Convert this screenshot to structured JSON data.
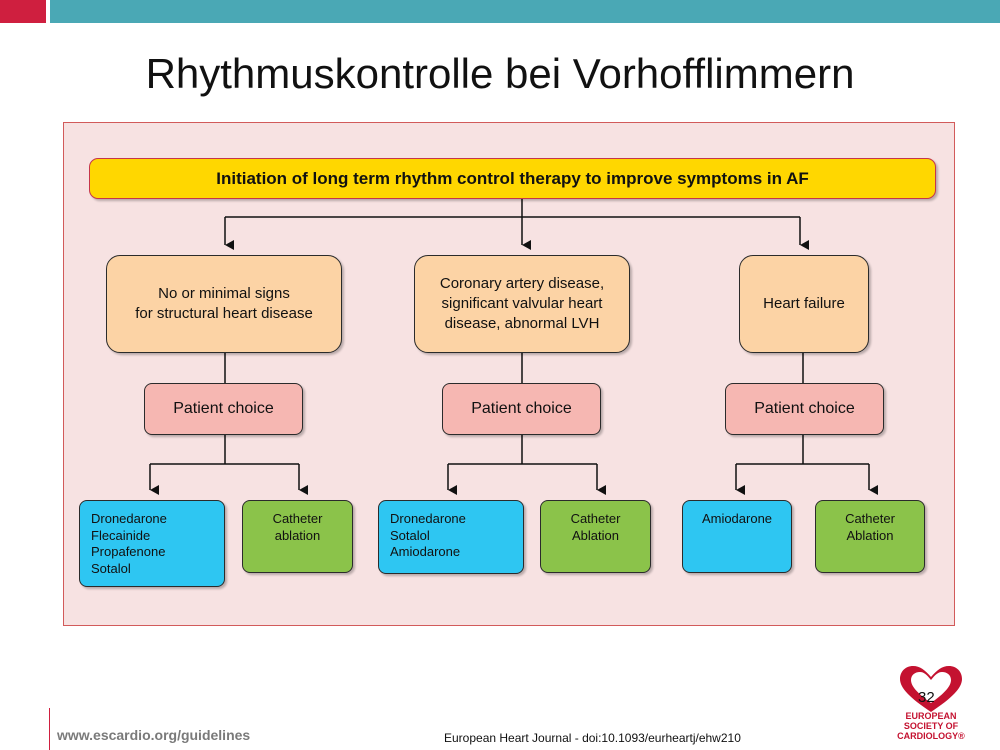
{
  "slide": {
    "title": "Rhythmuskontrolle bei Vorhofflimmern",
    "footer_url": "www.escardio.org/guidelines",
    "footer_citation": "European Heart Journal - doi:10.1093/eurheartj/ehw210",
    "page_number": "32",
    "logo_text": "EUROPEAN\nSOCIETY OF\nCARDIOLOGY®"
  },
  "colors": {
    "accent_red": "#cf1f3f",
    "accent_teal": "#4aa8b5",
    "panel_bg": "#f7e2e2",
    "top_box": "#ffd700",
    "condition_box": "#fcd3a5",
    "choice_box": "#f6b7b2",
    "drug_box": "#2ec6f2",
    "ablation_box": "#8bc34a"
  },
  "flowchart": {
    "root": "Initiation of long term rhythm control therapy to improve symptoms in AF",
    "branches": [
      {
        "condition": "No or minimal signs\nfor structural heart disease",
        "choice": "Patient choice",
        "drugs": "Dronedarone\nFlecainide\nPropafenone\nSotalol",
        "ablation": "Catheter\nablation"
      },
      {
        "condition": "Coronary artery disease,\nsignificant valvular heart\ndisease, abnormal LVH",
        "choice": "Patient choice",
        "drugs": "Dronedarone\nSotalol\nAmiodarone",
        "ablation": "Catheter\nAblation"
      },
      {
        "condition": "Heart failure",
        "choice": "Patient choice",
        "drugs": "Amiodarone",
        "ablation": "Catheter\nAblation"
      }
    ]
  }
}
